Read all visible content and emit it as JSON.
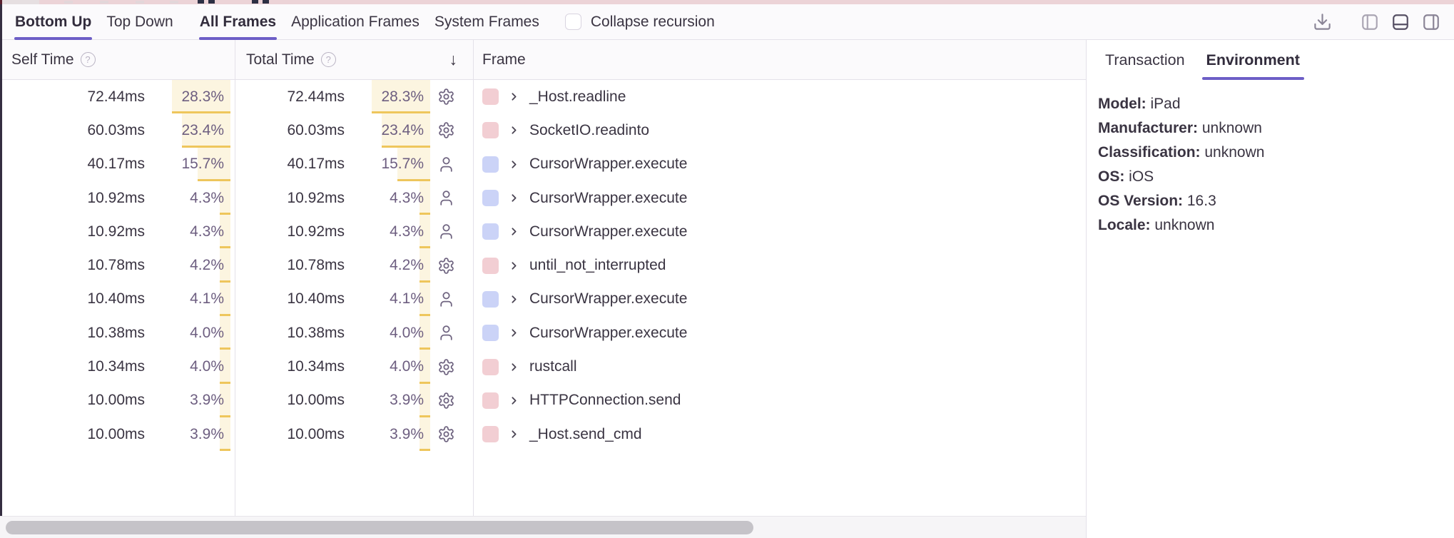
{
  "toolbar": {
    "tabs": [
      {
        "label": "Bottom Up",
        "active": true
      },
      {
        "label": "Top Down",
        "active": false
      },
      {
        "label": "All Frames",
        "active": true
      },
      {
        "label": "Application Frames",
        "active": false
      },
      {
        "label": "System Frames",
        "active": false
      }
    ],
    "collapse_checkbox": {
      "label": "Collapse recursion",
      "checked": false
    },
    "right_icons": [
      "download-icon",
      "panel-left-icon",
      "panel-bottom-icon",
      "panel-right-icon"
    ]
  },
  "table": {
    "columns": [
      {
        "label": "Self Time",
        "help_icon": true
      },
      {
        "label": "Total Time",
        "help_icon": true,
        "sort": "desc"
      },
      {
        "label": "Frame"
      }
    ],
    "sort_arrow": "↓",
    "rows": [
      {
        "self_time": "72.44ms",
        "self_pct": "28.3%",
        "total_time": "72.44ms",
        "total_pct": "28.3%",
        "icon": "gear-icon",
        "frame_type": "system",
        "frame": "_Host.readline"
      },
      {
        "self_time": "60.03ms",
        "self_pct": "23.4%",
        "total_time": "60.03ms",
        "total_pct": "23.4%",
        "icon": "gear-icon",
        "frame_type": "system",
        "frame": "SocketIO.readinto"
      },
      {
        "self_time": "40.17ms",
        "self_pct": "15.7%",
        "total_time": "40.17ms",
        "total_pct": "15.7%",
        "icon": "user-icon",
        "frame_type": "application",
        "frame": "CursorWrapper.execute"
      },
      {
        "self_time": "10.92ms",
        "self_pct": "4.3%",
        "total_time": "10.92ms",
        "total_pct": "4.3%",
        "icon": "user-icon",
        "frame_type": "application",
        "frame": "CursorWrapper.execute"
      },
      {
        "self_time": "10.92ms",
        "self_pct": "4.3%",
        "total_time": "10.92ms",
        "total_pct": "4.3%",
        "icon": "user-icon",
        "frame_type": "application",
        "frame": "CursorWrapper.execute"
      },
      {
        "self_time": "10.78ms",
        "self_pct": "4.2%",
        "total_time": "10.78ms",
        "total_pct": "4.2%",
        "icon": "gear-icon",
        "frame_type": "system",
        "frame": "until_not_interrupted"
      },
      {
        "self_time": "10.40ms",
        "self_pct": "4.1%",
        "total_time": "10.40ms",
        "total_pct": "4.1%",
        "icon": "user-icon",
        "frame_type": "application",
        "frame": "CursorWrapper.execute"
      },
      {
        "self_time": "10.38ms",
        "self_pct": "4.0%",
        "total_time": "10.38ms",
        "total_pct": "4.0%",
        "icon": "user-icon",
        "frame_type": "application",
        "frame": "CursorWrapper.execute"
      },
      {
        "self_time": "10.34ms",
        "self_pct": "4.0%",
        "total_time": "10.34ms",
        "total_pct": "4.0%",
        "icon": "gear-icon",
        "frame_type": "system",
        "frame": "rustcall"
      },
      {
        "self_time": "10.00ms",
        "self_pct": "3.9%",
        "total_time": "10.00ms",
        "total_pct": "3.9%",
        "icon": "gear-icon",
        "frame_type": "system",
        "frame": "HTTPConnection.send"
      },
      {
        "self_time": "10.00ms",
        "self_pct": "3.9%",
        "total_time": "10.00ms",
        "total_pct": "3.9%",
        "icon": "gear-icon",
        "frame_type": "system",
        "frame": "_Host.send_cmd"
      }
    ]
  },
  "panel": {
    "tabs": [
      {
        "label": "Transaction",
        "active": false
      },
      {
        "label": "Environment",
        "active": true
      }
    ],
    "fields": [
      {
        "label": "Model:",
        "value": "iPad"
      },
      {
        "label": "Manufacturer:",
        "value": "unknown"
      },
      {
        "label": "Classification:",
        "value": "unknown"
      },
      {
        "label": "OS:",
        "value": "iOS"
      },
      {
        "label": "OS Version:",
        "value": "16.3"
      },
      {
        "label": "Locale:",
        "value": "unknown"
      }
    ]
  },
  "colors": {
    "accent": "#6d5ec6",
    "pct_bar_bg": "#fcf5e0",
    "pct_bar_edge": "#eec65c",
    "system_frame_swatch": "#f2ced3",
    "application_frame_swatch": "#cbd3f7",
    "icon_gray": "#6f6480",
    "scroll_thumb": "#c5c3c8"
  }
}
